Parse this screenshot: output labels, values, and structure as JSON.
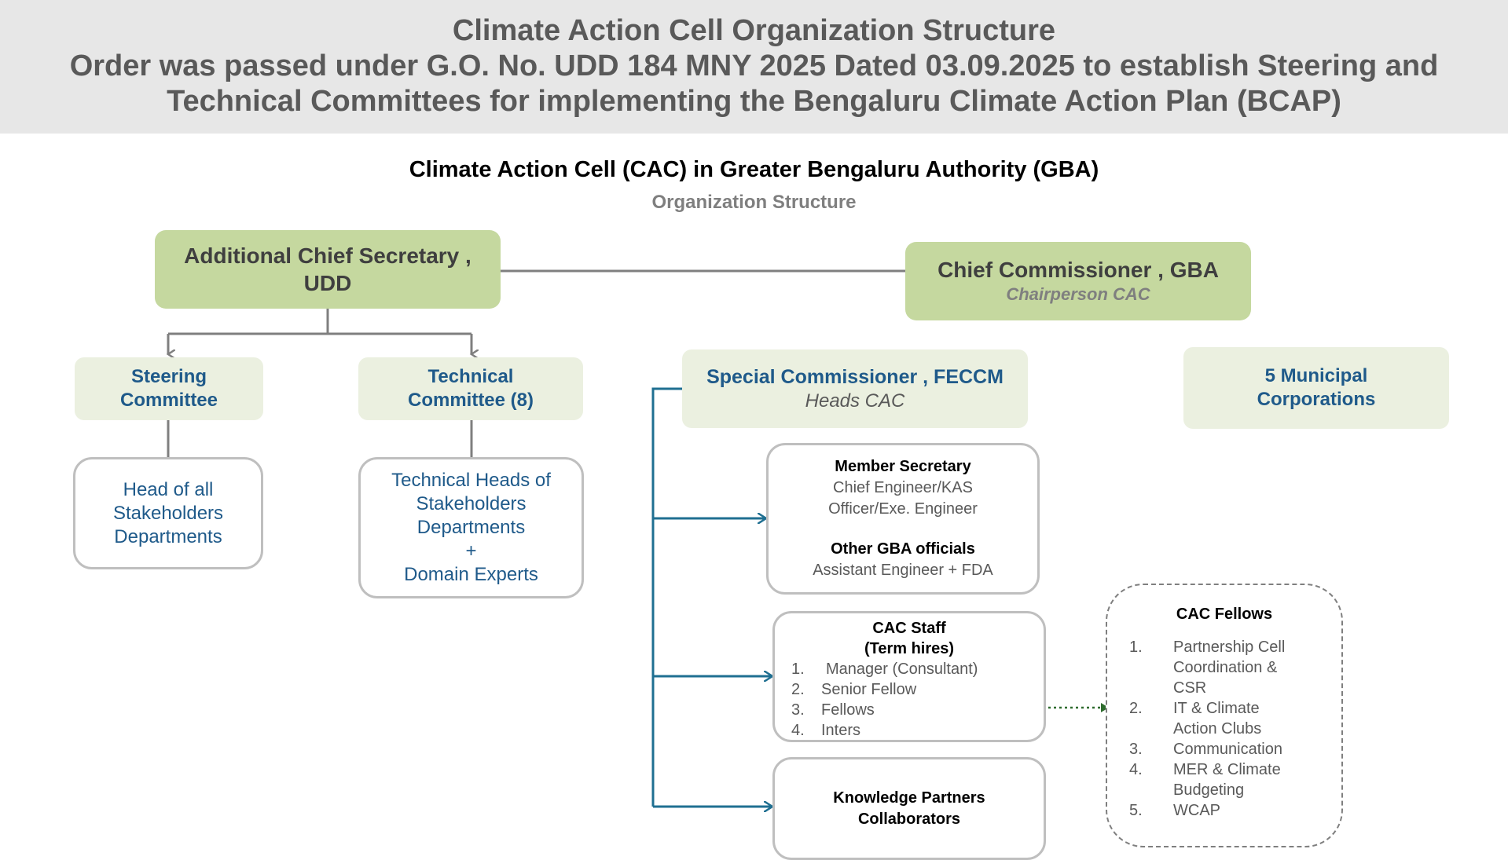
{
  "banner": {
    "line1": "Climate Action Cell Organization Structure",
    "line2": "Order was passed under G.O. No. UDD 184 MNY 2025 Dated 03.09.2025 to establish Steering and",
    "line3": "Technical Committees for implementing the Bengaluru Climate Action Plan (BCAP)"
  },
  "heading": {
    "title": "Climate Action Cell (CAC) in Greater Bengaluru Authority (GBA)",
    "subtitle": "Organization Structure"
  },
  "acs": {
    "line1": "Additional Chief Secretary ,",
    "line2": "UDD"
  },
  "chief": {
    "title": "Chief Commissioner , GBA",
    "role": "Chairperson CAC"
  },
  "steering": {
    "line1": "Steering",
    "line2": "Committee"
  },
  "technical": {
    "line1": "Technical",
    "line2": "Committee (8)"
  },
  "special": {
    "title": "Special Commissioner , FECCM",
    "role": "Heads CAC"
  },
  "municipal": {
    "line1": "5 Municipal",
    "line2": "Corporations"
  },
  "head_all": {
    "line1": "Head of all",
    "line2": "Stakeholders",
    "line3": "Departments"
  },
  "tech_heads": {
    "line1": "Technical Heads of",
    "line2": "Stakeholders",
    "line3": "Departments",
    "line4": "+",
    "line5": "Domain Experts"
  },
  "member": {
    "title": "Member Secretary",
    "line1": "Chief Engineer/KAS",
    "line2": "Officer/Exe. Engineer",
    "other_title": "Other GBA officials",
    "other_line": "Assistant Engineer + FDA"
  },
  "staff": {
    "title1": "CAC Staff",
    "title2": "(Term hires)",
    "items": [
      "Manager (Consultant)",
      "Senior Fellow",
      "Fellows",
      "Inters"
    ]
  },
  "knowledge": {
    "line1": "Knowledge Partners",
    "line2": "Collaborators"
  },
  "fellows": {
    "title": "CAC Fellows",
    "items": [
      "Partnership Cell Coordination & CSR",
      "IT & Climate Action Clubs",
      "Communication",
      "MER & Climate Budgeting",
      "WCAP"
    ]
  },
  "colors": {
    "banner": "#e7e7e7",
    "green": "#c5d89f",
    "pale": "#ebf0e0",
    "blue_text": "#1f5a8a",
    "connector_blue": "#1f6f91",
    "dotted_green": "#2e6b2e"
  }
}
